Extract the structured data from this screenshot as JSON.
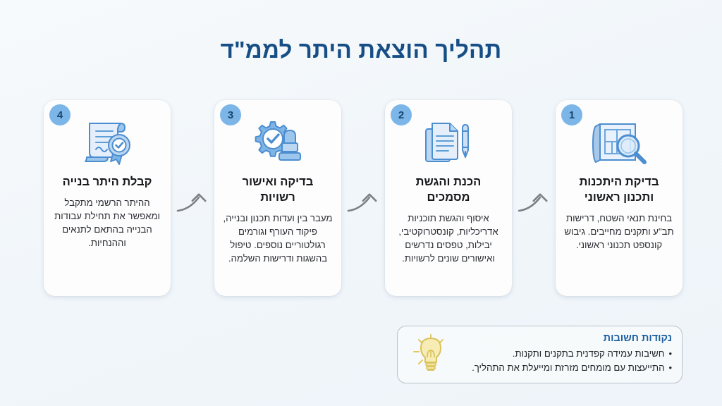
{
  "title": "תהליך הוצאת היתר לממ\"ד",
  "colors": {
    "background": "#f2f7fb",
    "title": "#164e85",
    "badge": "#7cb6e8",
    "badge_text": "#18446e",
    "card": "#fdfdfd",
    "arrow": "#7b7f86",
    "notes_title": "#1a5fa0",
    "notes_border": "#b9c2cb",
    "icon_blue": "#5b9bd5",
    "icon_fill": "#cfe0f5",
    "bulb_yellow": "#f5e6a8"
  },
  "steps": [
    {
      "number": "1",
      "icon": "blueprint-magnifier-icon",
      "title": "בדיקת היתכנות ותכנון ראשוני",
      "description": "בחינת תנאי השטח, דרישות תב\"ע ותקנים מחייבים. גיבוש קונספט תכנוני ראשוני."
    },
    {
      "number": "2",
      "icon": "documents-pen-icon",
      "title": "הכנת והגשת מסמכים",
      "description": "איסוף והגשת תוכניות אדריכליות, קונסטרוקטיבי, יבילות, טפסים נדרשים ואישורים שונים לרשויות."
    },
    {
      "number": "3",
      "icon": "gear-check-stamp-icon",
      "title": "בדיקה ואישור רשויות",
      "description": "מעבר בין ועדות תכנון ובנייה, פיקוד העורף וגורמים רגולטוריים נוספים. טיפול בהשגות ודרישות השלמה."
    },
    {
      "number": "4",
      "icon": "certificate-seal-icon",
      "title": "קבלת היתר בנייה",
      "description": "ההיתר הרשמי מתקבל ומאפשר את תחילת עבודות הבנייה בהתאם לתנאים וההנחיות."
    }
  ],
  "arrows": [
    "arrow-1",
    "arrow-2",
    "arrow-3"
  ],
  "notes": {
    "icon": "lightbulb-icon",
    "title": "נקודות חשובות",
    "bullet_glyph": "•",
    "items": [
      "חשיבות עמידה קפדנית בתקנים ותקנות.",
      "התייעצות עם מומחים מזרזת ומייעלת את התהליך."
    ]
  }
}
